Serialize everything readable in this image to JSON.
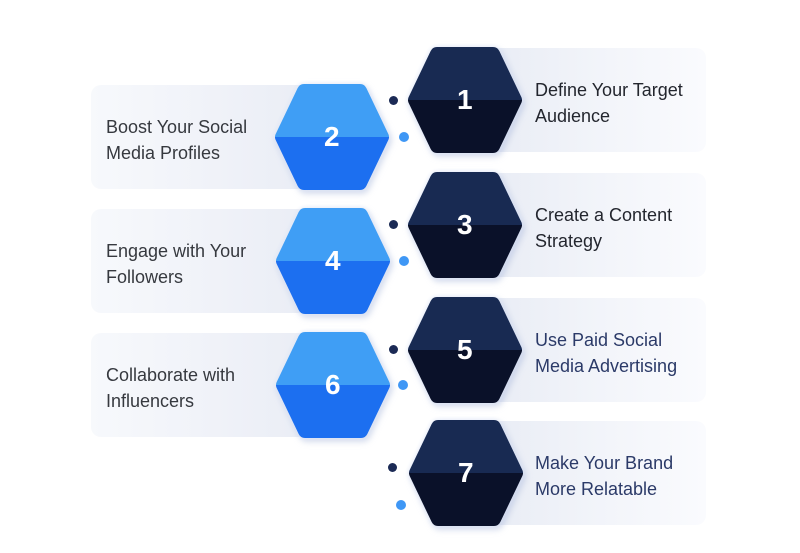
{
  "diagram": {
    "type": "numbered-hexagon-steps",
    "step_count": 7
  },
  "steps": [
    {
      "number": "1",
      "side": "right",
      "variant": "navy",
      "label": "Define Your Target Audience",
      "lines": [
        "Define Your Target",
        "Audience"
      ]
    },
    {
      "number": "2",
      "side": "left",
      "variant": "blue",
      "label": "Boost Your Social Media Profiles",
      "lines": [
        "Boost Your Social",
        "Media Profiles"
      ]
    },
    {
      "number": "3",
      "side": "right",
      "variant": "navy",
      "label": "Create a Content Strategy",
      "lines": [
        "Create a Content",
        "Strategy"
      ]
    },
    {
      "number": "4",
      "side": "left",
      "variant": "blue",
      "label": "Engage with Your Followers",
      "lines": [
        "Engage with Your",
        "Followers"
      ]
    },
    {
      "number": "5",
      "side": "right",
      "variant": "navy",
      "label": "Use Paid Social Media Advertising",
      "lines": [
        "Use Paid Social",
        "Media Advertising"
      ]
    },
    {
      "number": "6",
      "side": "left",
      "variant": "blue",
      "label": "Collaborate with Influencers",
      "lines": [
        "Collaborate with",
        "Influencers"
      ]
    },
    {
      "number": "7",
      "side": "right",
      "variant": "navy",
      "label": "Make Your Brand More Relatable",
      "lines": [
        "Make Your Brand",
        "More Relatable"
      ]
    }
  ],
  "colors": {
    "background": "#ffffff",
    "hex_navy_top": "#182a52",
    "hex_navy_bottom": "#0a1129",
    "hex_blue_top": "#3f9ef5",
    "hex_blue_bottom": "#1c6ff0",
    "dot_navy": "#1b2a55",
    "dot_blue": "#3f97f5",
    "band": "#e7ebf4",
    "number_text": "#ffffff",
    "label_dark": "#23262e",
    "label_navy": "#2b3a68"
  }
}
